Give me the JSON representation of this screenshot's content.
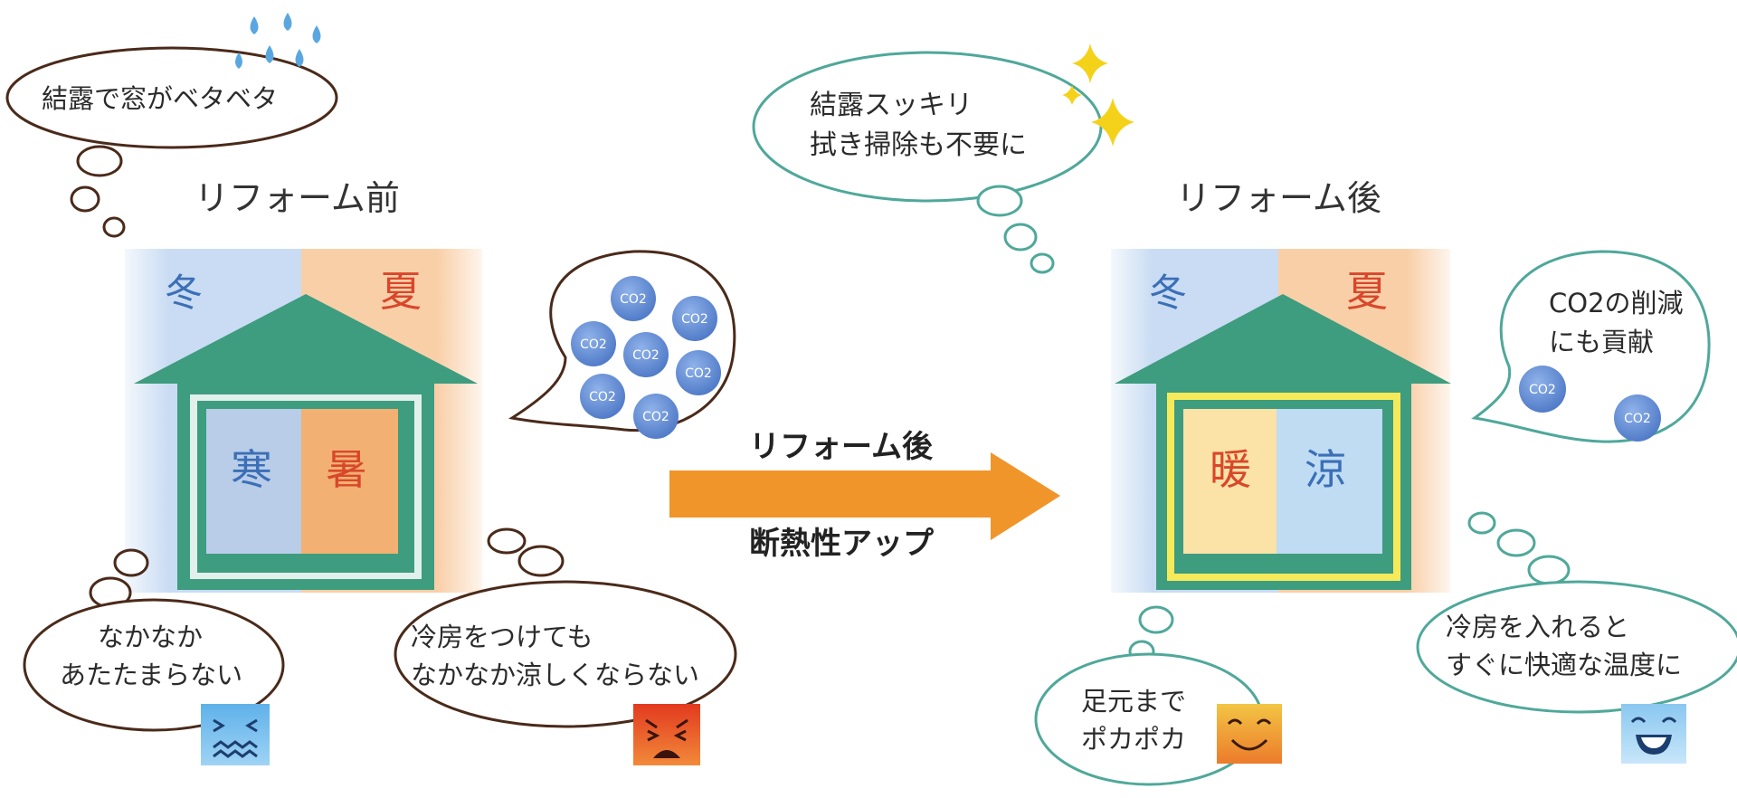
{
  "before": {
    "title": "リフォーム前",
    "winter_label": "冬",
    "summer_label": "夏",
    "cold_label": "寒",
    "hot_label": "暑",
    "thought_condensation": "結露で窓がベタベタ",
    "thought_winter": [
      "なかなか",
      "あたたまらない"
    ],
    "thought_summer": [
      "冷房をつけても",
      "なかなか涼しくならない"
    ],
    "co2_label": "CO2"
  },
  "arrow": {
    "top_label": "リフォーム後",
    "bottom_label": "断熱性アップ"
  },
  "after": {
    "title": "リフォーム後",
    "winter_label": "冬",
    "summer_label": "夏",
    "warm_label": "暖",
    "cool_label": "涼",
    "thought_condensation": [
      "結露スッキリ",
      "拭き掃除も不要に"
    ],
    "thought_co2": [
      "CO2の削減",
      "にも貢献"
    ],
    "thought_winter": [
      "足元まで",
      "ポカポカ"
    ],
    "thought_summer": [
      "冷房を入れると",
      "すぐに快適な温度に"
    ],
    "co2_label": "CO2"
  },
  "colors": {
    "house_green": "#3e9c7f",
    "winter_blue": "#3b6fb7",
    "summer_red": "#d9472b",
    "arrow_orange": "#f0952a",
    "bubble_teal": "#4fa89a",
    "bubble_brown": "#4a2a1a",
    "co2_blue": "#5b87cf",
    "sparkle_yellow": "#f5d21a"
  }
}
